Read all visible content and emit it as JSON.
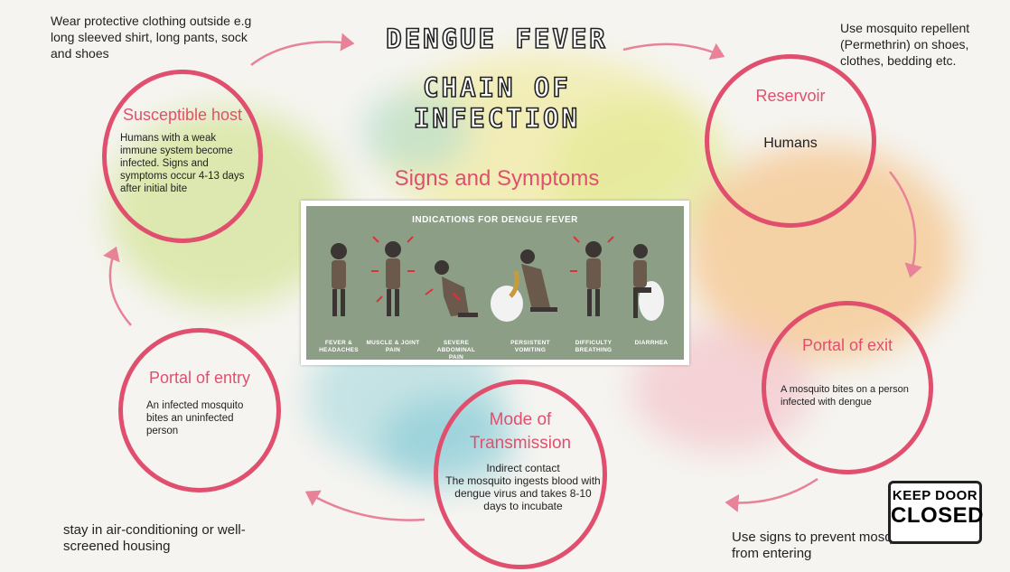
{
  "title": {
    "line1": "DENGUE FEVER",
    "line2": "CHAIN OF INFECTION"
  },
  "signs": {
    "heading": "Signs and Symptoms",
    "image_title": "INDICATIONS FOR DENGUE FEVER",
    "captions": [
      "FEVER & HEADACHES",
      "MUSCLE & JOINT PAIN",
      "SEVERE ABDOMINAL PAIN",
      "PERSISTENT VOMITING",
      "DIFFICULTY BREATHING",
      "DIARRHEA"
    ]
  },
  "reservoir": {
    "title": "Reservoir",
    "text": "Humans"
  },
  "portal_exit": {
    "title": "Portal of exit",
    "text": "A mosquito bites on a person infected with dengue"
  },
  "mode": {
    "title": "Mode of Transmission",
    "text": "Indirect contact\nThe mosquito ingests blood with dengue virus and takes 8-10 days to incubate"
  },
  "portal_entry": {
    "title": "Portal of entry",
    "text": "An infected mosquito bites an uninfected person"
  },
  "susceptible": {
    "title": "Susceptible host",
    "text": "Humans with a weak immune system become infected. Signs and symptoms occur 4-13 days after initial bite"
  },
  "notes": {
    "clothing": "Wear protective clothing outside e.g long sleeved shirt, long pants, sock and shoes",
    "repellent": "Use mosquito repellent (Permethrin) on shoes, clothes, bedding etc.",
    "housing": "stay in air-conditioning or well-screened housing",
    "signs_prevent": "Use signs to prevent mosquitoes from entering"
  },
  "sign_board": {
    "line1": "KEEP DOOR",
    "line2": "CLOSED"
  },
  "colors": {
    "accent": "#e0506e",
    "panel": "#8c9e85",
    "text": "#222222"
  }
}
